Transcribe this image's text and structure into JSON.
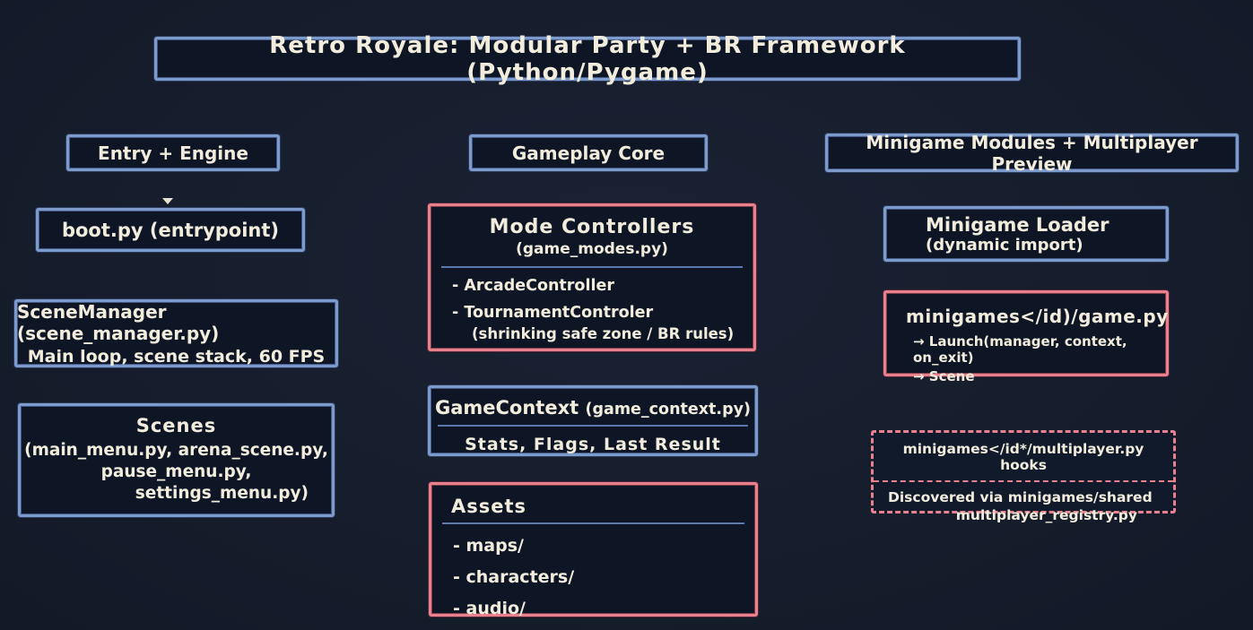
{
  "title": "Retro Royale: Modular Party + BR Framework (Python/Pygame)",
  "colors": {
    "background": "#161d2c",
    "box_fill": "#0e1626",
    "blue_border": "#7d9bca",
    "pink_border": "#e8808e",
    "divider_blue": "#5b77ab",
    "text": "#f2ecdc"
  },
  "col1": {
    "header": "Entry + Engine",
    "boot": "boot.py (entrypoint)",
    "scene_manager": {
      "line1": "SceneManager (scene_manager.py)",
      "line2": "Main loop, scene stack, 60 FPS"
    },
    "scenes": {
      "title": "Scenes",
      "line1": "(main_menu.py, arena_scene.py,",
      "line2": "pause_menu.py,",
      "line3": "settings_menu.py)"
    }
  },
  "col2": {
    "header": "Gameplay Core",
    "mode_controllers": {
      "title": "Mode Controllers",
      "subtitle": "(game_modes.py)",
      "item1": "- ArcadeController",
      "item2": "- TournamentControler",
      "item2_note": "(shrinking safe zone / BR rules)"
    },
    "game_context": {
      "title_bold": "GameContext ",
      "title_rest": "(game_context.py)",
      "sub": "Stats, Flags, Last Result"
    },
    "assets": {
      "title": "Assets",
      "item1": "- maps/",
      "item2": "- characters/",
      "item3": "- audio/"
    }
  },
  "col3": {
    "header": "Minigame Modules + Multiplayer Preview",
    "loader": {
      "line1": "Minigame Loader",
      "line2": "(dynamic import)"
    },
    "game_py": {
      "title": "minigames</id)/game.py",
      "arrow1": "→ Launch(manager, context, on_exit)",
      "arrow2": "→ Scene"
    },
    "hooks": {
      "line1": "minigames</id*/multiplayer.py hooks",
      "line2": "Discovered via minigames/shared",
      "line3": "multiplayer_registry.py"
    }
  }
}
